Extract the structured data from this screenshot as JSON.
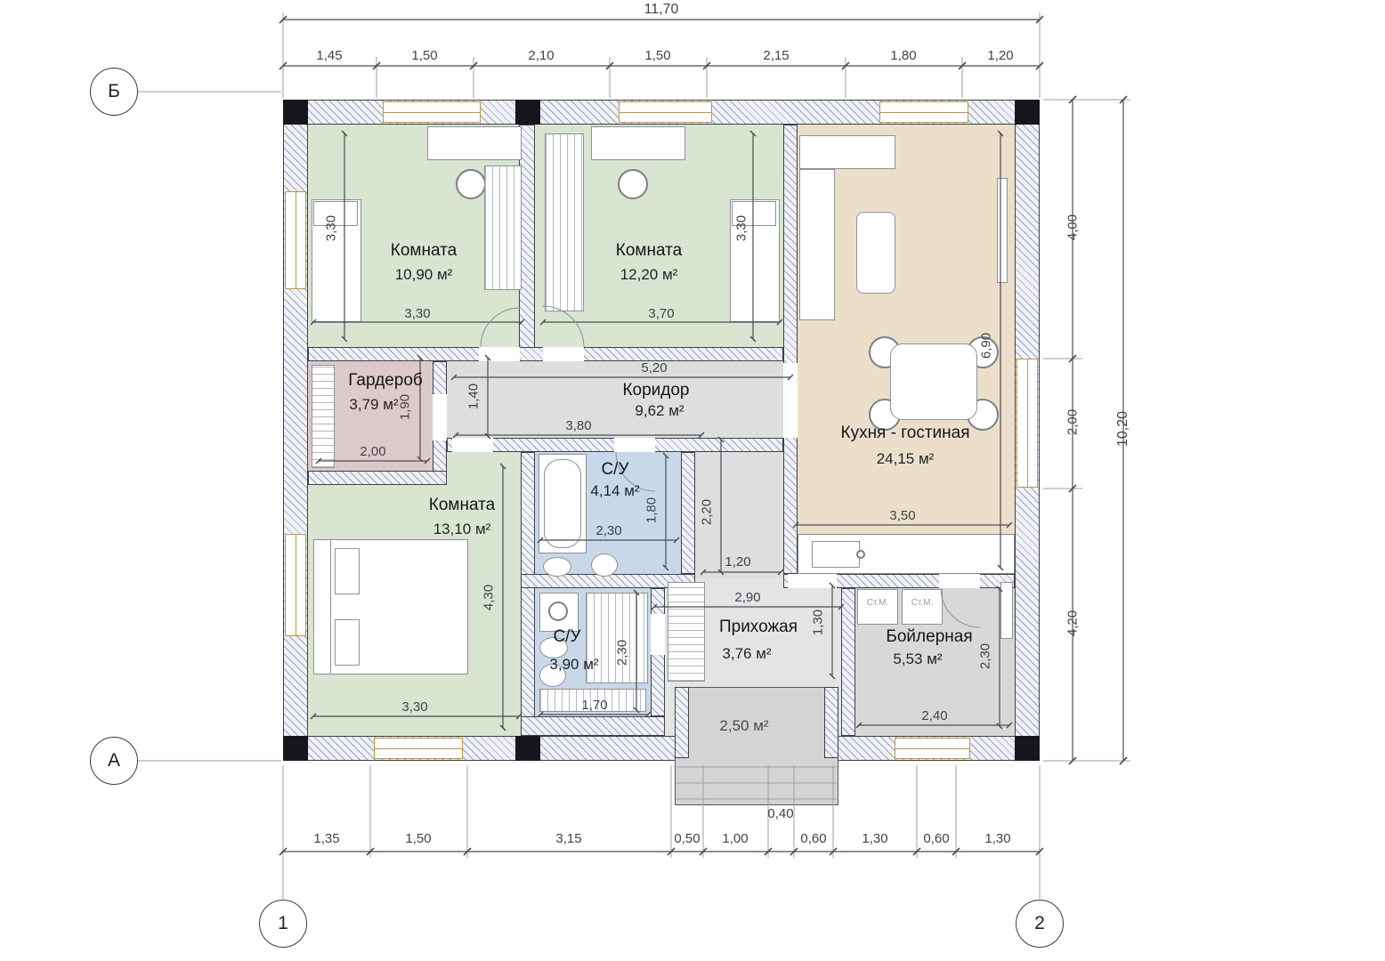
{
  "plan": {
    "axes": {
      "b": "Б",
      "a": "А",
      "c1": "1",
      "c2": "2"
    },
    "dims": {
      "top_total": "11,70",
      "top_segments": [
        "1,45",
        "1,50",
        "2,10",
        "1,50",
        "2,15",
        "1,80",
        "1,20"
      ],
      "right_segments": [
        "4,00",
        "2,00",
        "4,20"
      ],
      "right_total": "10,20",
      "bottom_segments": [
        "1,35",
        "1,50",
        "3,15",
        "0,50",
        "1,00",
        "0,60",
        "1,30",
        "0,60",
        "1,30"
      ],
      "bottom_offset": "0,40"
    },
    "rooms": [
      {
        "name": "Комната",
        "area": "10,90 м²"
      },
      {
        "name": "Комната",
        "area": "12,20 м²"
      },
      {
        "name": "Кухня - гостиная",
        "area": "24,15 м²"
      },
      {
        "name": "Гардероб",
        "area": "3,79 м²"
      },
      {
        "name": "Коридор",
        "area": "9,62 м²"
      },
      {
        "name": "С/У",
        "area": "4,14 м²"
      },
      {
        "name": "Комната",
        "area": "13,10 м²"
      },
      {
        "name": "С/У",
        "area": "3,90 м²"
      },
      {
        "name": "Прихожая",
        "area": "3,76 м²"
      },
      {
        "name": "Бойлерная",
        "area": "5,53 м²"
      }
    ],
    "porch": {
      "area": "2,50 м²"
    },
    "inner_dims": {
      "room1_w": "3,30",
      "room1_h": "3,30",
      "room2_w": "3,70",
      "room2_h": "3,30",
      "corridor_len": "5,20",
      "corridor_w": "1,40",
      "corridor_len2": "3,80",
      "garderob_h": "1,90",
      "garderob_w": "2,00",
      "kitchen_h": "6,90",
      "kitchen_w": "3,50",
      "su1_h": "1,80",
      "su1_w": "2,30",
      "hall_w": "1,20",
      "hall_len": "2,90",
      "hall_h": "1,30",
      "hall_v": "2,20",
      "room3_h": "4,30",
      "room3_w": "3,30",
      "su2_h": "2,30",
      "su2_w": "1,70",
      "boiler_h": "2,30",
      "boiler_w": "2,40"
    },
    "labels": {
      "washer1": "Ст.М.",
      "washer2": "Ст.М."
    }
  }
}
